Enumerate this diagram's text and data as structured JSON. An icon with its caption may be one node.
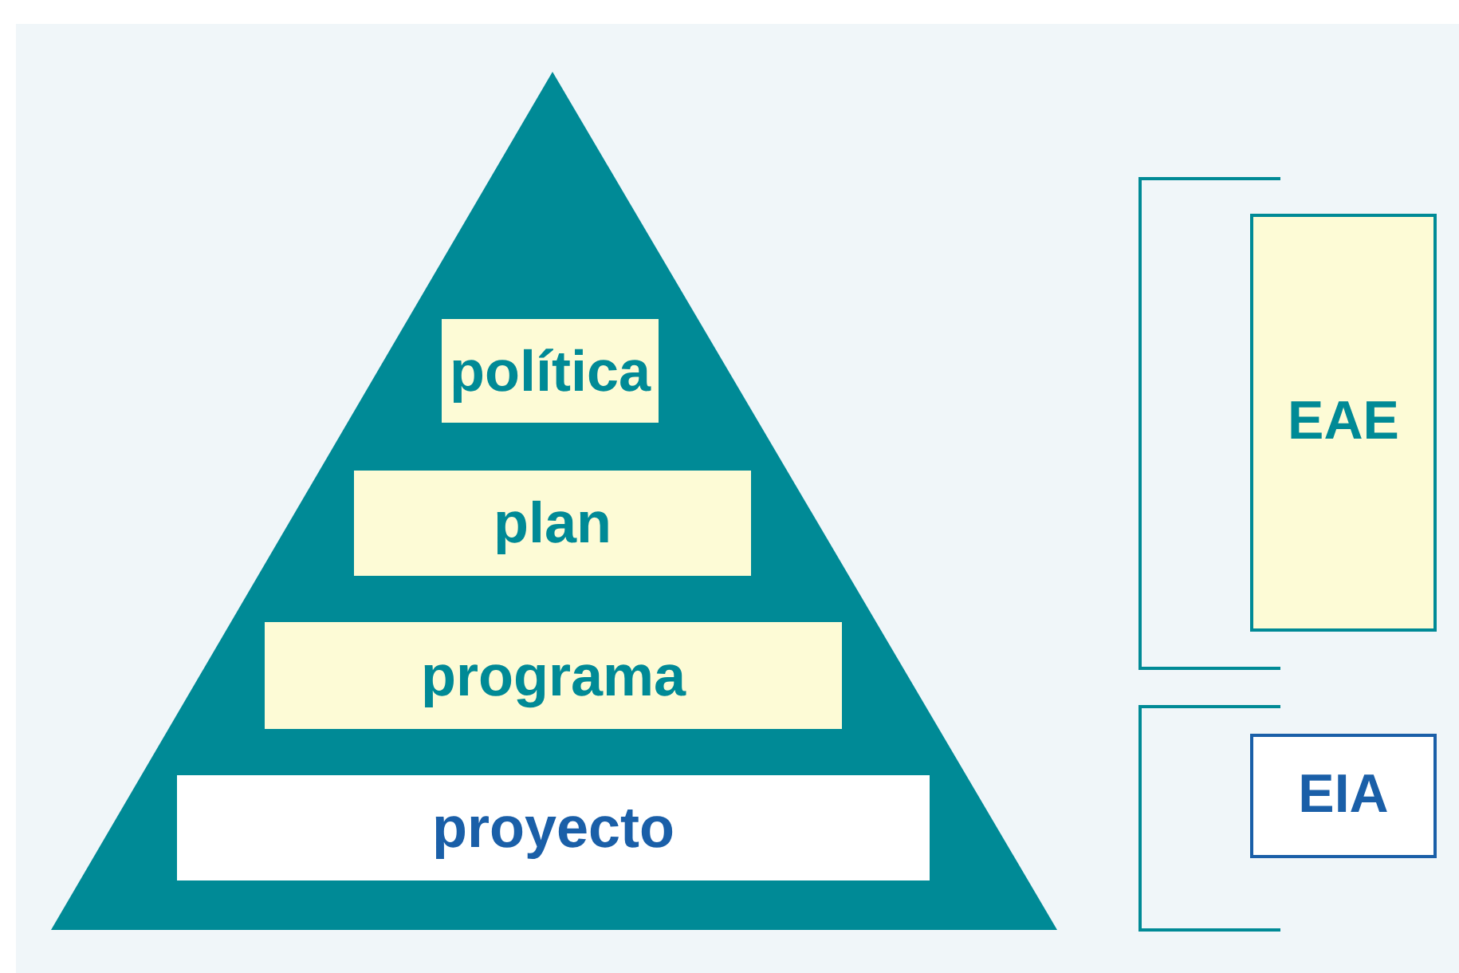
{
  "diagram": {
    "nodes": [
      {
        "text": [],
        "shape": "triangle"
      },
      {
        "text": [
          "política"
        ],
        "in": 0
      },
      {
        "text": [
          "plan"
        ],
        "in": 0
      },
      {
        "text": [
          "programa"
        ],
        "in": 0
      },
      {
        "text": [
          "proyecto"
        ],
        "in": 0
      },
      {
        "text": [
          "EAE"
        ]
      },
      {
        "text": [
          "EIA"
        ]
      }
    ]
  }
}
